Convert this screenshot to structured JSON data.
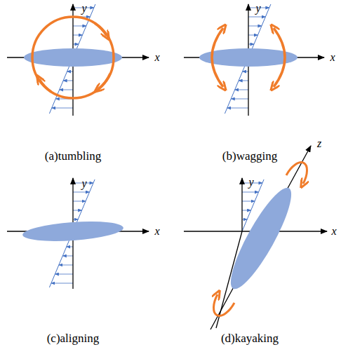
{
  "diagram": {
    "labels": [
      "y",
      "x",
      "(a)tumbling",
      "y",
      "x",
      "(b)wagging",
      "y",
      "x",
      "(c)aligning",
      "y",
      "x",
      "z",
      "(d)kayaking"
    ]
  }
}
